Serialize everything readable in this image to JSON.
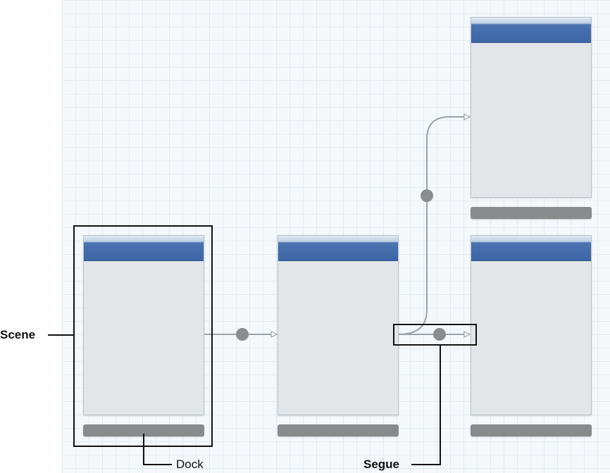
{
  "labels": {
    "scene": "Scene",
    "dock": "Dock",
    "segue": "Segue"
  },
  "colors": {
    "canvas_bg": "#f4f8fb",
    "grid_line": "#e3ebf1",
    "scene_body": "#e3e6e8",
    "navbar_blue": "#3c65a6",
    "dock_gray": "#878b8b",
    "segue_line": "#9aa3a8",
    "segue_dot": "#8a8d8f",
    "callout_line": "#111111"
  },
  "scenes": [
    {
      "id": "initial",
      "has_navbar": true,
      "has_dock": true
    },
    {
      "id": "middle",
      "has_navbar": true,
      "has_dock": true
    },
    {
      "id": "top-right",
      "has_navbar": true,
      "has_dock": true
    },
    {
      "id": "bottom-right",
      "has_navbar": true,
      "has_dock": true
    }
  ],
  "segues": [
    {
      "from": "initial",
      "to": "middle"
    },
    {
      "from": "middle",
      "to": "top-right"
    },
    {
      "from": "middle",
      "to": "bottom-right"
    }
  ]
}
